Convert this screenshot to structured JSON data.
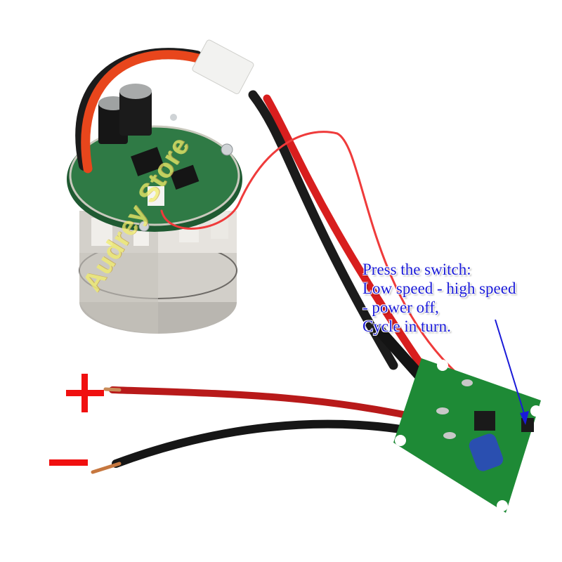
{
  "image": {
    "description": "Product photo of a brushless DC motor with round driver PCB, connected by red/black wires to a small green speed-control switch board",
    "background_color": "#ffffff"
  },
  "annotation": {
    "lines": [
      "Press the switch:",
      "Low speed - high speed",
      "- power off,",
      "Cycle in turn."
    ],
    "color": "#1a1ad8"
  },
  "polarity_labels": {
    "positive": "+",
    "negative": "−",
    "color": "#f01010"
  },
  "watermark": {
    "text": "Audrey Store"
  },
  "arrow": {
    "color": "#1a1ad8",
    "target": "push-button switch"
  }
}
